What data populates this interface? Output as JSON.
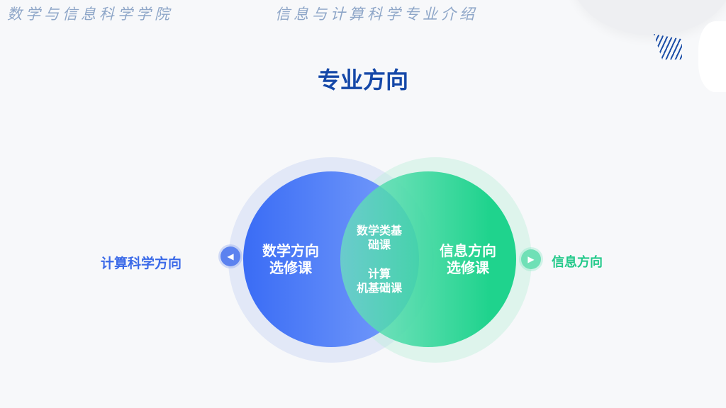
{
  "header": {
    "school": "数学与信息科学学院",
    "subject": "信息与计算科学专业介绍"
  },
  "title": "专业方向",
  "venn": {
    "left": {
      "text1": "数学方向",
      "text2": "选修课",
      "color": "#3a6cf5"
    },
    "right": {
      "text1": "信息方向",
      "text2": "选修课",
      "color": "#1fd38d"
    },
    "middle": {
      "top1": "数学类基",
      "top2": "础课",
      "bottom1": "计算",
      "bottom2": "机基础课"
    }
  },
  "labels": {
    "left": "计算科学方向",
    "right": "信息方向"
  },
  "icons": {
    "left": "triangle-left-icon",
    "right": "triangle-right-icon"
  }
}
